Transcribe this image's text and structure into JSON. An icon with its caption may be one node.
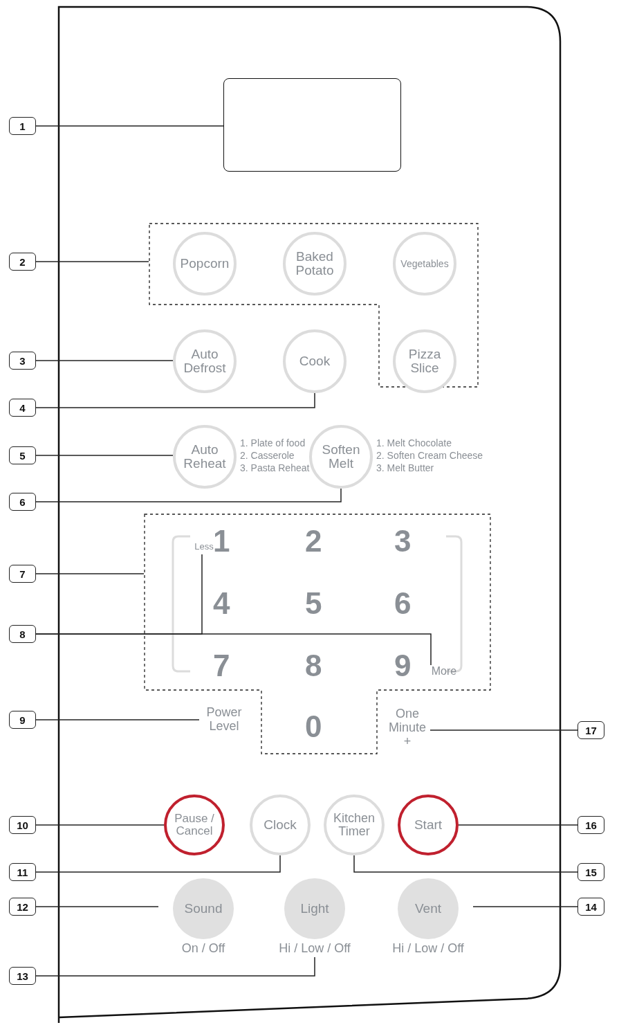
{
  "diagram": {
    "nodes": [
      {
        "text": [
          "1"
        ]
      },
      {
        "text": [
          "2"
        ]
      },
      {
        "text": [
          "3"
        ]
      },
      {
        "text": [
          "4"
        ]
      },
      {
        "text": [
          "5"
        ]
      },
      {
        "text": [
          "6"
        ]
      },
      {
        "text": [
          "7"
        ]
      },
      {
        "text": [
          "8"
        ]
      },
      {
        "text": [
          "9"
        ]
      },
      {
        "text": [
          "10"
        ]
      },
      {
        "text": [
          "11"
        ]
      },
      {
        "text": [
          "12"
        ]
      },
      {
        "text": [
          "13"
        ]
      },
      {
        "text": [
          "14"
        ]
      },
      {
        "text": [
          "15"
        ]
      },
      {
        "text": [
          "16"
        ]
      },
      {
        "text": [
          "17"
        ]
      },
      {
        "text": [],
        "shape": "box"
      },
      {
        "text": [],
        "shape": "box"
      },
      {
        "text": [
          "Popcorn"
        ],
        "in": 18
      },
      {
        "text": [
          "Baked Potato"
        ],
        "in": 18
      },
      {
        "text": [
          "Vegetables"
        ],
        "in": 18
      },
      {
        "text": [
          "Auto Defrost"
        ]
      },
      {
        "text": [
          "Cook"
        ]
      },
      {
        "text": [
          "Pizza Slice"
        ],
        "in": 18
      },
      {
        "text": [
          "Auto Reheat"
        ],
        "beside": [
          "1. Plate of food",
          "2. Casserole",
          "3. Pasta Reheat"
        ]
      },
      {
        "text": [
          "Soften Melt"
        ],
        "beside": [
          "1. Melt Chocolate",
          "2. Soften Cream Cheese",
          "3. Melt Butter"
        ]
      },
      {
        "text": [],
        "shape": "box"
      },
      {
        "text": [
          "Less"
        ],
        "in": 27
      },
      {
        "text": [
          "More"
        ],
        "in": 27
      },
      {
        "text": [
          "Power Level"
        ]
      },
      {
        "text": [
          "One Minute +"
        ]
      },
      {
        "text": [
          "Pause / Cancel"
        ]
      },
      {
        "text": [
          "Clock"
        ]
      },
      {
        "text": [
          "Kitchen Timer"
        ]
      },
      {
        "text": [
          "Start"
        ]
      },
      {
        "text": [
          "Sound",
          "On / Off"
        ]
      },
      {
        "text": [
          "Light",
          "Hi / Low / Off"
        ]
      },
      {
        "text": [
          "Vent",
          "Hi / Low / Off"
        ]
      }
    ],
    "edges": [
      {
        "from": 0,
        "to": 17,
        "arrow": "none"
      },
      {
        "from": 1,
        "to": 18,
        "arrow": "none"
      },
      {
        "from": 2,
        "to": 22,
        "arrow": "none"
      },
      {
        "from": 3,
        "to": 23,
        "arrow": "none"
      },
      {
        "from": 4,
        "to": 25,
        "arrow": "none"
      },
      {
        "from": 5,
        "to": 26,
        "arrow": "none"
      },
      {
        "from": 6,
        "to": 27,
        "arrow": "none"
      },
      {
        "from": 7,
        "to": 28,
        "arrow": "none"
      },
      {
        "from": 7,
        "to": 29,
        "arrow": "none"
      },
      {
        "from": 8,
        "to": 30,
        "arrow": "none"
      },
      {
        "from": 16,
        "to": 31,
        "arrow": "none"
      },
      {
        "from": 9,
        "to": 32,
        "arrow": "none"
      },
      {
        "from": 10,
        "to": 33,
        "arrow": "none"
      },
      {
        "from": 14,
        "to": 34,
        "arrow": "none"
      },
      {
        "from": 15,
        "to": 35,
        "arrow": "none"
      },
      {
        "from": 11,
        "to": 36,
        "arrow": "none"
      },
      {
        "from": 13,
        "to": 38,
        "arrow": "none"
      },
      {
        "from": 12,
        "to": 37,
        "arrow": "none"
      }
    ],
    "labels": [
      "1",
      "2",
      "3",
      "4",
      "5",
      "6",
      "7",
      "8",
      "9",
      "0"
    ]
  }
}
